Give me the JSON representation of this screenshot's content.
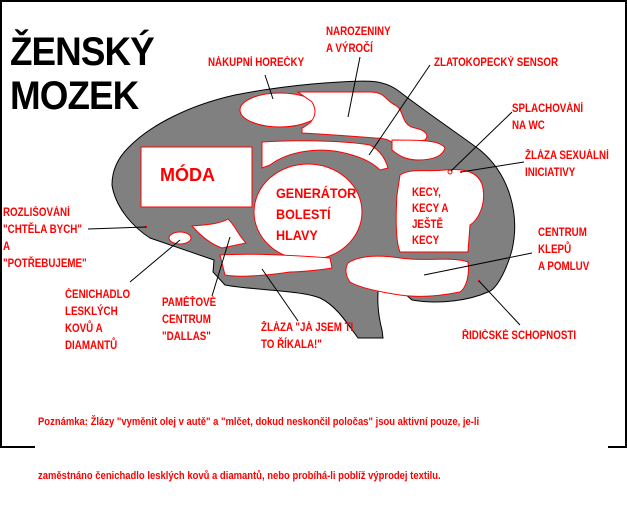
{
  "title": {
    "line1": "ŽENSKÝ",
    "line2": "MOZEK"
  },
  "colors": {
    "label": "#ff0000",
    "brain_fill": "#808080",
    "region_outline": "#ff0000",
    "title": "#000000",
    "background": "#ffffff"
  },
  "regions": {
    "fashion": "MÓDA",
    "headache_generator": "GENERÁTOR\nBOLESTÍ\nHLAVY",
    "chatter": "KECY,\nKECY A\nJEŠTĚ\nKECY"
  },
  "labels": {
    "shopping_fever": "NÁKUPNÍ HOREČKY",
    "birthdays": "NAROZENINY\nA VÝROČÍ",
    "gold_digger_sensor": "ZLATOKOPECKÝ SENSOR",
    "toilet_flushing": "SPLACHOVÁNÍ\nNA WC",
    "sexual_initiative_gland": "ŽLÁZA SEXUÁLNÍ\nINICIATIVY",
    "want_vs_need": "ROZLIŠOVÁNÍ\n\"CHTĚLA BYCH\"\nA\n\"POTŘEBUJEME\"",
    "gossip_center": "CENTRUM\nKLEPŮ\nA POMLUV",
    "shiny_metal_sniffer": "ČENICHADLO\nLESKLÝCH\nKOVŮ A\nDIAMANTŮ",
    "memory_center": "PAMĚŤOVÉ\nCENTRUM\n\"DALLAS\"",
    "told_you_so_gland": "ŽLÁZA \"JÁ JSEM TI\nTO ŘÍKALA!\"",
    "driving_skills": "ŘIDIČSKÉ SCHOPNOSTI"
  },
  "note": {
    "line1": "Poznámka: Žlázy \"vyměnit olej v autě\" a \"mlčet, dokud neskončil poločas\" jsou aktivní pouze, je-li",
    "line2": "zaměstnáno čenichadlo lesklých kovů a diamantů, nebo probíhá-li poblíž výprodej textilu."
  }
}
